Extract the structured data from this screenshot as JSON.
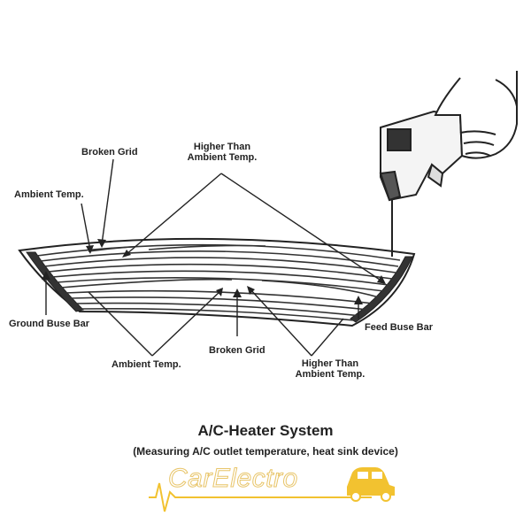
{
  "labels": {
    "broken_grid_top": "Broken Grid",
    "higher_top_line1": "Higher Than",
    "higher_top_line2": "Ambient Temp.",
    "ambient_left": "Ambient Temp.",
    "ground_buse_bar": "Ground Buse Bar",
    "feed_buse_bar": "Feed Buse Bar",
    "broken_grid_bottom": "Broken Grid",
    "ambient_bottom": "Ambient Temp.",
    "higher_bottom_line1": "Higher Than",
    "higher_bottom_line2": "Ambient Temp."
  },
  "caption": {
    "title": "A/C-Heater System",
    "subtitle": "(Measuring A/C outlet temperature, heat sink device)"
  },
  "watermark": {
    "text": "CarElectro"
  },
  "colors": {
    "ink": "#222222",
    "watermark_accent": "#f2c230"
  }
}
